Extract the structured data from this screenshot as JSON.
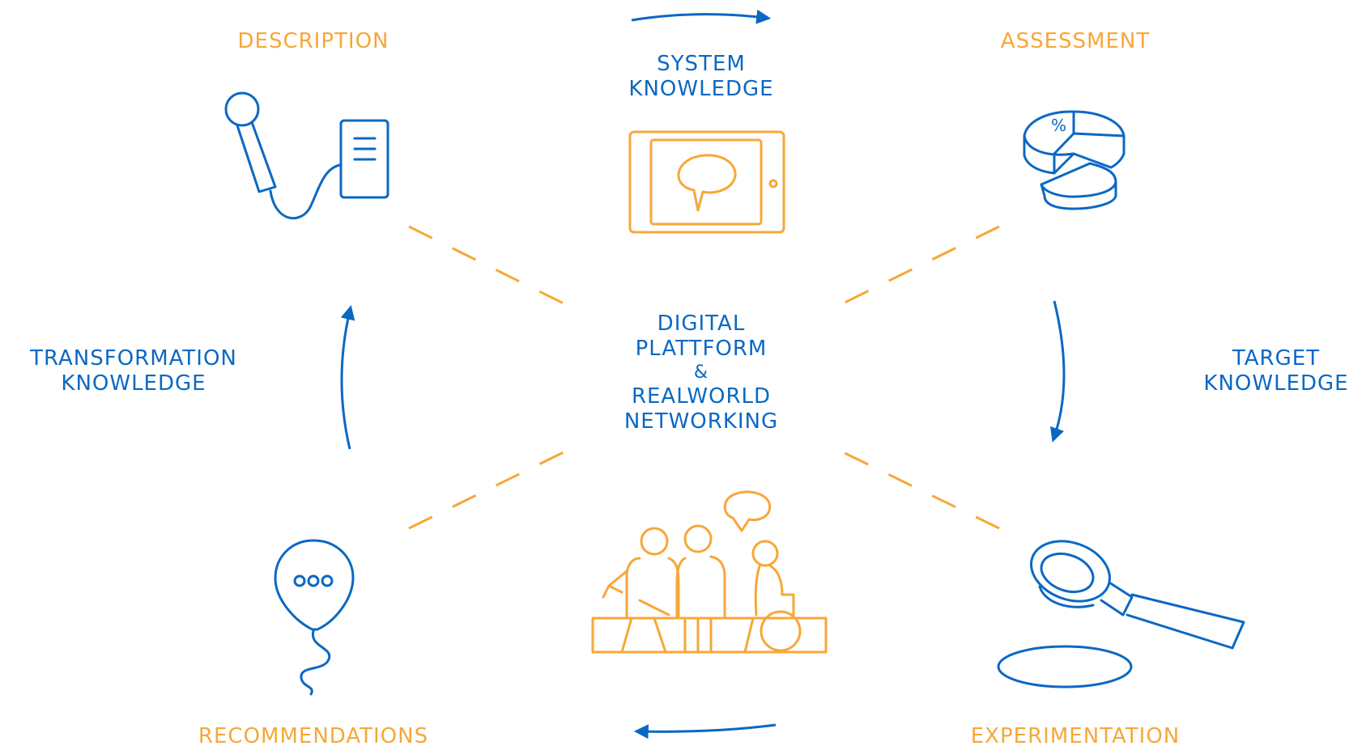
{
  "colors": {
    "orange": "#F7A738",
    "blue": "#0A68C4",
    "background": "#FFFFFF"
  },
  "stages": {
    "description": "DESCRIPTION",
    "assessment": "ASSESSMENT",
    "experimentation": "EXPERIMENTATION",
    "recommendations": "RECOMMENDATIONS"
  },
  "knowledge": {
    "system": [
      "SYSTEM",
      "KNOWLEDGE"
    ],
    "target": [
      "TARGET",
      "KNOWLEDGE"
    ],
    "transformation": [
      "TRANSFORMATION",
      "KNOWLEDGE"
    ]
  },
  "center": {
    "line1": "DIGITAL",
    "line2": "PLATTFORM",
    "line3": "&",
    "line4": "REALWORLD",
    "line5": "NETWORKING"
  },
  "icons": {
    "description": "microphone-document-icon",
    "system": "tablet-speech-bubble-icon",
    "assessment": "pie-chart-icon",
    "target": "magnifying-glass-icon",
    "recommendations": "lightbulb-icon",
    "center_bottom": "people-on-bench-icon"
  }
}
